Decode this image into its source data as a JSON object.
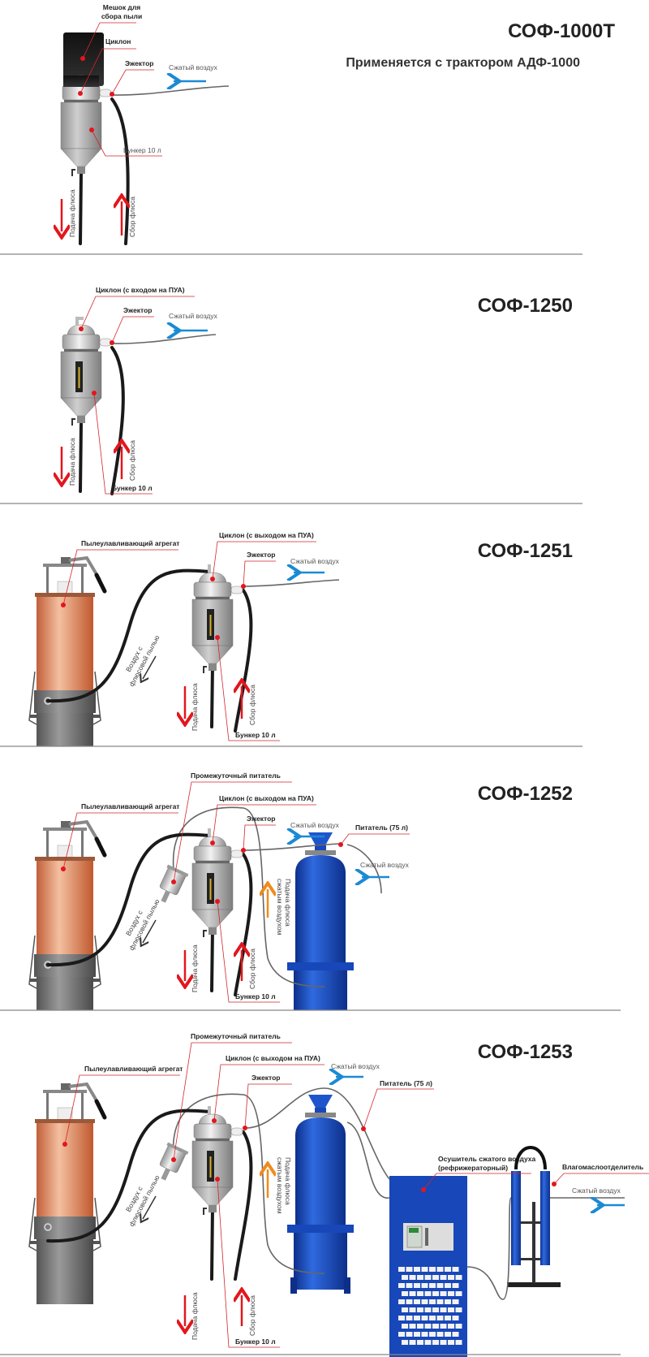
{
  "sections": [
    {
      "title": "СОФ-1000Т",
      "subtitle": "Применяется с трактором АДФ-1000",
      "bag_1": "Мешок для",
      "bag_2": "сбора пыли",
      "cyclone": "Циклон",
      "ejector": "Эжектор",
      "air": "Сжатый воздух",
      "hopper": "Бункер 10 л",
      "feed": "Подача флюса",
      "collect": "Сбор флюса"
    },
    {
      "title": "СОФ-1250",
      "cyclone": "Циклон (с входом на ПУА)",
      "ejector": "Эжектор",
      "air": "Сжатый воздух",
      "hopper": "Бункер 10 л",
      "feed": "Подача флюса",
      "collect": "Сбор флюса"
    },
    {
      "title": "СОФ-1251",
      "collector": "Пылеулавливающий агрегат",
      "cyclone": "Циклон (с выходом на ПУА)",
      "ejector": "Эжектор",
      "air": "Сжатый воздух",
      "dust_1": "Воздух с",
      "dust_2": "флюсовой пылью",
      "hopper": "Бункер 10 л",
      "feed": "Подача флюса",
      "collect": "Сбор флюса"
    },
    {
      "title": "СОФ-1252",
      "intermediate": "Промежуточный питатель",
      "collector": "Пылеулавливающий агрегат",
      "cyclone": "Циклон (с выходом на ПУА)",
      "ejector": "Эжектор",
      "air": "Сжатый воздух",
      "feeder": "Питатель (75 л)",
      "air2": "Сжатый воздух",
      "feed_air_1": "Подача флюса",
      "feed_air_2": "сжатым воздухом",
      "dust_1": "Воздух с",
      "dust_2": "флюсовой пылью",
      "hopper": "Бункер 10 л",
      "feed": "Подача флюса",
      "collect": "Сбор флюса"
    },
    {
      "title": "СОФ-1253",
      "intermediate": "Промежуточный питатель",
      "collector": "Пылеулавливающий агрегат",
      "cyclone": "Циклон (с выходом на ПУА)",
      "ejector": "Эжектор",
      "air": "Сжатый воздух",
      "feeder": "Питатель (75 л)",
      "dryer_1": "Осушитель сжатого воздуха",
      "dryer_2": "(рефрижераторный)",
      "separator": "Влагомаслоотделитель",
      "air2": "Сжатый воздух",
      "feed_air_1": "Подача флюса",
      "feed_air_2": "сжатым воздухом",
      "dust_1": "Воздух с",
      "dust_2": "флюсовой пылью",
      "hopper": "Бункер 10 л",
      "feed": "Подача флюса",
      "collect": "Сбор флюса"
    }
  ],
  "colors": {
    "leader": "#d4262c",
    "air_arrow": "#1a8ad4",
    "flux_arrow": "#e3161d",
    "feed_air_arrow": "#f08a1c",
    "feeder": "#1747b8",
    "collector": "#d9784e"
  }
}
